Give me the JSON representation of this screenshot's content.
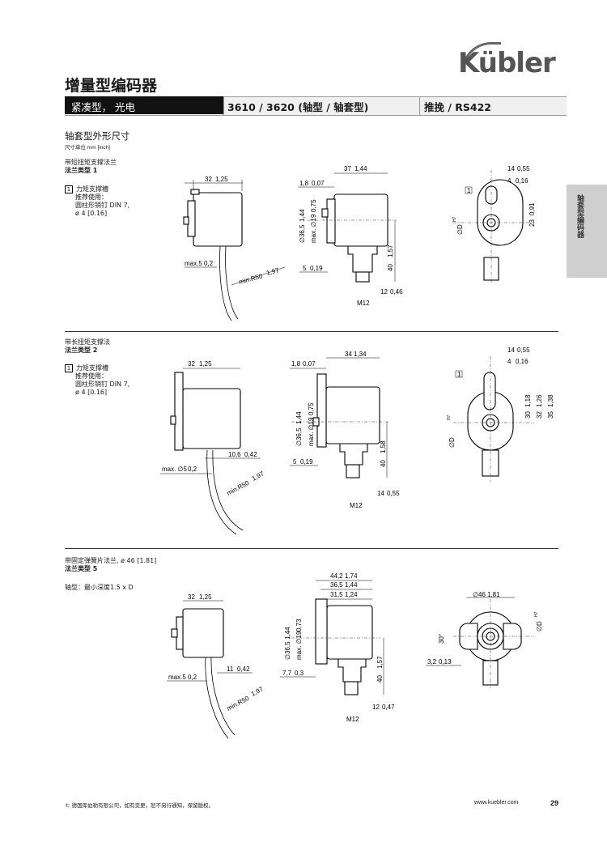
{
  "brand": {
    "logo": "Kübler"
  },
  "page_title": "增量型编码器",
  "header": {
    "col1": "紧凑型，  光电",
    "col2": "3610 / 3620 (轴型  /  轴套型)",
    "col3": "推挽 / RS422"
  },
  "side_tab": "轴套型编码器",
  "section": {
    "title": "轴套型外形尺寸",
    "unit": "尺寸单位  mm [inch]"
  },
  "flanges": [
    {
      "title": "带短扭矩支撑法兰",
      "type": "法兰类型 1",
      "note_num": "1",
      "note_l1": "力矩支撑槽",
      "note_l2": "推荐使用：",
      "note_l3": "圆柱形销钉 DIN 7,",
      "note_l4": "ø 4 [0.16]",
      "dims_side": [
        "32",
        "1,25",
        "max.5",
        "0,2",
        "min.R50",
        "1,97"
      ],
      "dims_mid": [
        "37",
        "1,44",
        "1,8",
        "0,07",
        "∅36,5",
        "1,44",
        "max. ∅19",
        "0,75",
        "5",
        "0,19",
        "40",
        "1,57",
        "12",
        "0,46",
        "M12"
      ],
      "dims_right": [
        "14",
        "0,55",
        "4",
        "0,16",
        "23",
        "0,91",
        "∅D",
        "H7",
        "1"
      ]
    },
    {
      "title": "带长扭矩支撑法",
      "type": "法兰类型 2",
      "note_num": "1",
      "note_l1": "力矩支撑槽",
      "note_l2": "推荐使用：",
      "note_l3": "圆柱形销钉 DIN 7,",
      "note_l4": "ø 4 [0.16]",
      "dims_side": [
        "32",
        "1,25",
        "10,6",
        "0,42",
        "max. ∅5",
        "0,2",
        "min.R50",
        "1,97"
      ],
      "dims_mid": [
        "34",
        "1,34",
        "1,8",
        "0,07",
        "∅36,5",
        "1,44",
        "max. ∅19",
        "0,75",
        "5",
        "0,19",
        "40",
        "1,58",
        "14",
        "0,55",
        "M12"
      ],
      "dims_right": [
        "14",
        "0,55",
        "4",
        "0,16",
        "30",
        "1,18",
        "32",
        "1,26",
        "35",
        "1,38",
        "∅D",
        "H7",
        "1"
      ]
    },
    {
      "title": "带固定弹簧片法兰, ø 46 [1.81]",
      "type": "法兰类型 5",
      "note_l1": "轴型：最小深度1.5 x D",
      "dims_side": [
        "32",
        "1,25",
        "11",
        "0,42",
        "max.5",
        "0,2",
        "min.R50",
        "1,97"
      ],
      "dims_mid": [
        "44,2",
        "1,74",
        "36,5",
        "1,44",
        "31,5",
        "1,24",
        "∅36,5",
        "1,44",
        "max. ∅19",
        "0,73",
        "7,7",
        "0,3",
        "40",
        "1,57",
        "12",
        "0,47",
        "M12"
      ],
      "dims_right": [
        "∅46",
        "1,81",
        "∅D",
        "H7",
        "30°",
        "3,2",
        "0,13"
      ]
    }
  ],
  "footer": {
    "copyright": "© 德国库伯勒有限公司，如有变更，恕不另行通知，保留版权。",
    "url": "www.kuebler.com",
    "page": "29"
  }
}
